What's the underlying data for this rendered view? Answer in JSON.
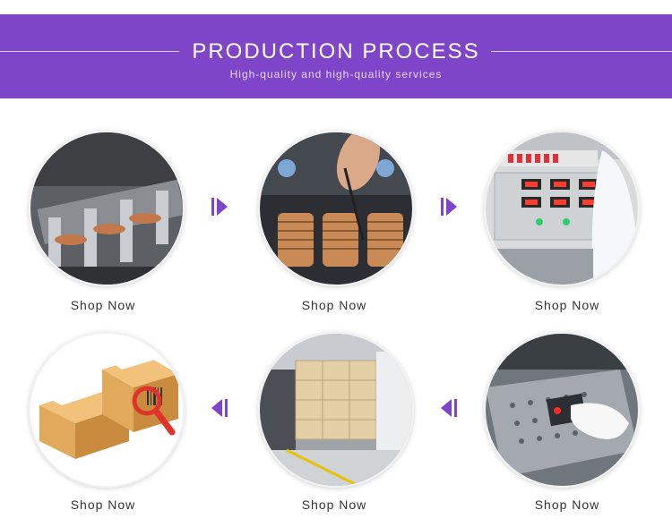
{
  "header": {
    "title": "PRODUCTION PROCESS",
    "subtitle": "High-quality and high-quality services"
  },
  "steps": [
    {
      "label": "Shop Now",
      "icon": "stamping-machine-image"
    },
    {
      "label": "Shop Now",
      "icon": "coil-assembly-image"
    },
    {
      "label": "Shop Now",
      "icon": "testing-station-image"
    },
    {
      "label": "Shop Now",
      "icon": "packaging-boxes-image"
    },
    {
      "label": "Shop Now",
      "icon": "warehouse-stock-image"
    },
    {
      "label": "Shop Now",
      "icon": "quality-inspection-image"
    }
  ],
  "colors": {
    "banner": "#7e45c8",
    "arrow": "#7e45c8"
  }
}
